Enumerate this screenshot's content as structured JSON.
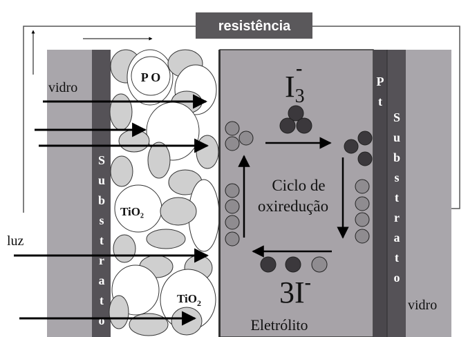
{
  "labels": {
    "resistor": "resistência",
    "glass_left": "vidro",
    "glass_right": "vidro",
    "light": "luz",
    "dye": "P O",
    "tio2_upper": "TiO₂",
    "tio2_lower": "TiO",
    "tio2_lower_sub": "2",
    "triiodide_base": "I",
    "triiodide_sub": "3",
    "triiodide_sup": "-",
    "iodide": "3I",
    "iodide_sup": "-",
    "cycle_line1": "Ciclo de",
    "cycle_line2": "oxiredução",
    "electrolyte": "Eletrólito",
    "substrate_left_letters": [
      "S",
      "u",
      "b",
      "s",
      "t",
      "r",
      "a",
      "t",
      "o"
    ],
    "pt_letters": [
      "P",
      "t"
    ],
    "substrate_right_letters": [
      "S",
      "u",
      "b",
      "s",
      "t",
      "r",
      "a",
      "t",
      "o"
    ]
  },
  "colors": {
    "glass": "#a9a6ab",
    "electrolyte": "#a7a3a8",
    "substrate": "#555257",
    "pt_layer": "#4a474c",
    "circuit_wire": "#555555",
    "resistor_box": "#5a585b",
    "resistor_text": "#ffffff",
    "particle_fill": "#cfcfcf",
    "dark_ion": "#3b383c",
    "gray_ion": "#8f8c90",
    "arrow": "#000000"
  }
}
